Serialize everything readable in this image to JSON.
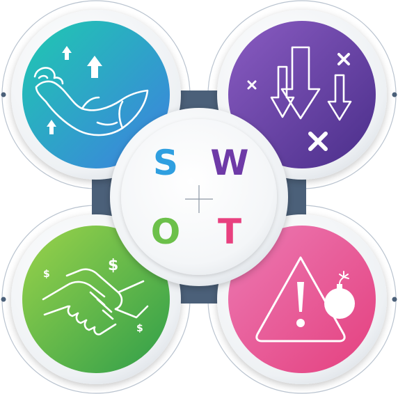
{
  "letters": {
    "s": "S",
    "w": "W",
    "o": "O",
    "t": "T"
  },
  "colors": {
    "s": "#2f9fe0",
    "w": "#6e3aa7",
    "o": "#6cc04a",
    "t": "#e8407f",
    "strengths_start": "#1fc9b0",
    "strengths_end": "#3d7fe0",
    "weaknesses_start": "#8a5cc2",
    "weaknesses_end": "#4a2e8a",
    "opportunities_start": "#9bd34a",
    "opportunities_end": "#2f9e4a",
    "threats_start": "#e86aa8",
    "threats_end": "#e4407f",
    "connector": "#4b6079"
  },
  "icons": {
    "strengths": "flexed-arm-with-up-arrows-icon",
    "weaknesses": "down-arrows-with-x-marks-icon",
    "opportunities": "handshake-with-dollar-signs-icon",
    "threats": "warning-triangle-with-bomb-icon"
  },
  "dollar_signs": [
    "$",
    "$",
    "$"
  ]
}
